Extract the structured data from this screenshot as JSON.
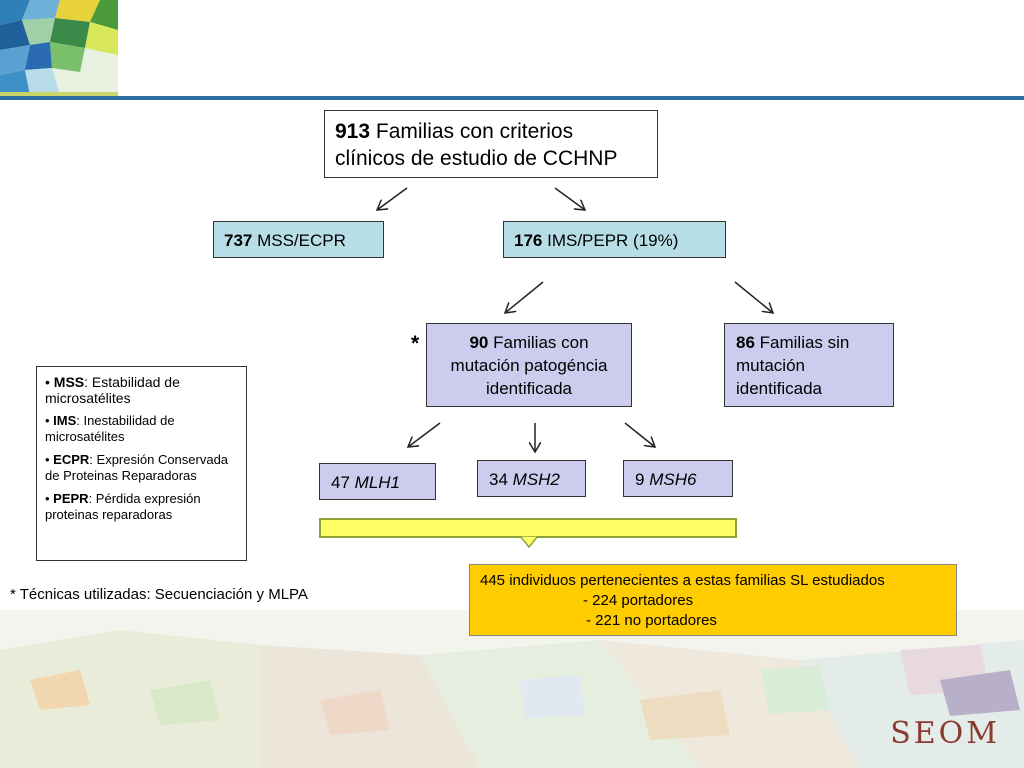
{
  "root": {
    "count": "913",
    "line1_rest": " Familias con criterios",
    "line2": "clínicos de estudio de CCHNP"
  },
  "mss_node": {
    "count": "737",
    "rest": " MSS/ECPR"
  },
  "ims_node": {
    "count": "176",
    "rest": " IMS/PEPR (19%)"
  },
  "mut_node": {
    "count": "90",
    "line1_rest": " Familias con",
    "line2": "mutación patogéncia",
    "line3": "identificada"
  },
  "nomut_node": {
    "count": "86",
    "line1_rest": " Familias sin",
    "line2": "mutación",
    "line3": "identificada"
  },
  "star_mark": "*",
  "genes": [
    {
      "count": "47",
      "name": "MLH1"
    },
    {
      "count": "34",
      "name": "MSH2"
    },
    {
      "count": "9",
      "name": "MSH6"
    }
  ],
  "result_box": {
    "line1": "445 individuos pertenecientes a estas familias SL estudiados",
    "line2": "- 224 portadores",
    "line3": "- 221 no portadores"
  },
  "legend": [
    {
      "term": "MSS",
      "desc": ": Estabilidad   de microsatélites"
    },
    {
      "term": "IMS",
      "desc": ": Inestabilidad de microsatélites"
    },
    {
      "term": "ECPR",
      "desc": ": Expresión Conservada de Proteinas Reparadoras"
    },
    {
      "term": "PEPR",
      "desc": ": Pérdida expresión proteinas reparadoras"
    }
  ],
  "footnote": "* Técnicas utilizadas: Secuenciación y MLPA",
  "brand": "SEOM",
  "colors": {
    "teal": "#b7dde6",
    "lavender": "#ccccee",
    "yellow": "#ffcc00",
    "highlight": "#ffff66"
  }
}
